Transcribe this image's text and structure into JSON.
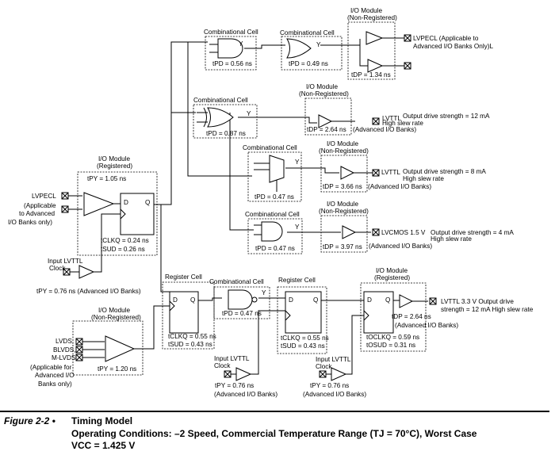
{
  "figure": {
    "number": "Figure 2-2 •",
    "title": "Timing Model",
    "conditions": "Operating Conditions: –2 Speed, Commercial Temperature Range (TJ = 70°C), Worst Case",
    "vcc": "VCC = 1.425 V"
  },
  "labels": {
    "comb_cell": "Combinational Cell",
    "io_module": "I/O Module",
    "non_registered": "(Non-Registered)",
    "registered": "(Registered)",
    "register_cell": "Register Cell",
    "adv_banks": "(Advanced I/O Banks)",
    "input_lvttl": "Input LVTTL",
    "clock": "Clock",
    "high_slew": "High slew rate",
    "y": "Y",
    "d": "D",
    "q": "Q"
  },
  "timings": {
    "tpd_056": "tPD = 0.56 ns",
    "tpd_049": "tPD = 0.49 ns",
    "tdp_134": "tDP = 1.34 ns",
    "tpd_087": "tPD = 0.87 ns",
    "tdp_264": "tDP = 2.64 ns",
    "tpd_047": "tPD = 0.47 ns",
    "tdp_366": "tDP = 3.66 ns",
    "tdp_397": "tDP = 3.97 ns",
    "tpy_105": "tPY = 1.05 ns",
    "tclkq_024": "tCLKQ = 0.24 ns",
    "tsud_026": "tSUD = 0.26 ns",
    "tpy_076": "tPY = 0.76 ns (Advanced I/O Banks)",
    "tclkq_055": "tCLKQ = 0.55 ns",
    "tsud_043": "tSUD = 0.43 ns",
    "tpy_120": "tPY = 1.20 ns",
    "tpy_076_short": "tPY = 0.76 ns",
    "tdp_264b": "tDP = 2.64 ns",
    "toclkq_059": "tOCLKQ = 0.59 ns",
    "tosud_031": "tOSUD = 0.31 ns"
  },
  "outputs": {
    "lvpecl": "LVPECL (Applicable to",
    "lvpecl2": "Advanced I/O Banks Only)L",
    "lvttl_12": "LVTTL",
    "lvttl_12_drive": "Output drive strength = 12 mA",
    "lvttl_8": "LVTTL",
    "lvttl_8_drive": "Output drive strength = 8 mA",
    "lvcmos": "LVCMOS 1.5 V",
    "lvcmos_drive": "Output drive strength = 4 mA",
    "lvttl33": "LVTTL 3.3 V Output drive",
    "lvttl33b": "strength = 12 mA High slew rate"
  },
  "inputs": {
    "lvpecl": [
      "LVPECL",
      "(Applicable",
      "to Advanced",
      "I/O Banks only)"
    ],
    "lvds": [
      "LVDS,",
      "BLVDS,",
      "M-LVDS",
      "(Applicable for",
      "Advanced I/O",
      "Banks only)"
    ]
  }
}
